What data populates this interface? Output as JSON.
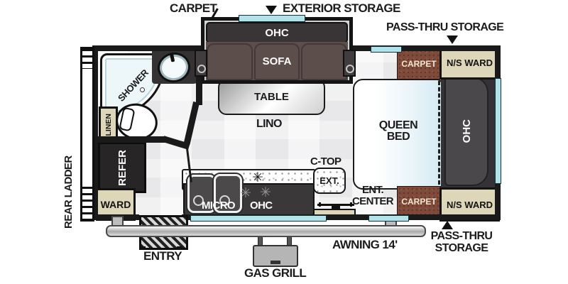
{
  "callouts": {
    "carpet": "CARPET",
    "exterior_storage": "EXTERIOR STORAGE",
    "pass_thru_top": "PASS-THRU STORAGE",
    "pass_thru_bottom_line1": "PASS-THRU",
    "pass_thru_bottom_line2": "STORAGE",
    "rear_ladder": "REAR LADDER",
    "entry": "ENTRY",
    "gas_grill": "GAS GRILL",
    "awning": "AWNING 14'"
  },
  "rooms": {
    "shower": "SHOWER",
    "linen": "LINEN",
    "refer": "REFER",
    "ward": "WARD",
    "micro": "MICRO",
    "kitchen_ohc": "OHC",
    "table": "TABLE",
    "lino": "LINO",
    "sofa": "SOFA",
    "sofa_ohc": "OHC",
    "queen_bed_line1": "QUEEN",
    "queen_bed_line2": "BED",
    "bed_ohc": "OHC",
    "carpet_top": "CARPET",
    "carpet_bottom": "CARPET",
    "ns_ward_top": "N/S WARD",
    "ns_ward_bottom": "N/S WARD",
    "ctop_label": "C-TOP",
    "ctop_ext": "EXT.",
    "ent_line1": "ENT.",
    "ent_line2": "CENTER"
  },
  "icons": {
    "vent_fan": "✳",
    "burner": "✳"
  },
  "colors": {
    "carpet": "#7f4a39",
    "wardrobe_tan": "#ddd6b8",
    "cabinet_dark": "#3a3839",
    "sofa_brown": "#5b4e4b",
    "window_teal": "#b3e3ea",
    "floor_gray": "#e8e8ea",
    "bed_blue": "#dcedf5",
    "awning_gray": "#c9c9c9"
  }
}
